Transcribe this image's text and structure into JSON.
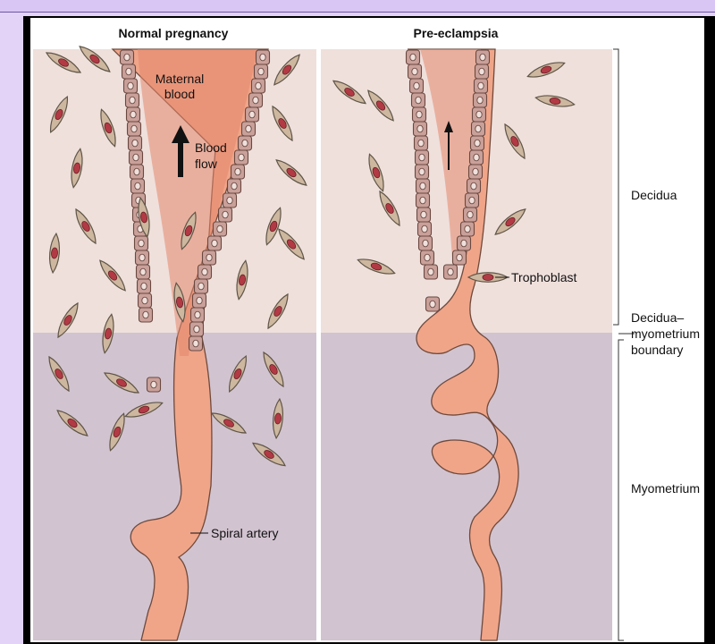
{
  "figure": {
    "panel_titles": {
      "left": "Normal pregnancy",
      "right": "Pre-eclampsia"
    },
    "annotations": {
      "maternal_blood": [
        "Maternal",
        "blood"
      ],
      "blood_flow": [
        "Blood",
        "flow"
      ],
      "trophoblast": "Trophoblast",
      "spiral_artery": "Spiral artery"
    },
    "layers": {
      "decidua": "Decidua",
      "boundary": [
        "Decidua–",
        "myometrium",
        "boundary"
      ],
      "myometrium": "Myometrium"
    }
  },
  "colors": {
    "decidua_bg": "#efe0dc",
    "myometrium_bg": "#d2c3d0",
    "vessel": "#f0a589",
    "vessel_dark": "#e4876b",
    "cell_fill": "#cdb79f",
    "nucleus": "#b23a45",
    "trophoblast_fill": "#c9a19a"
  }
}
